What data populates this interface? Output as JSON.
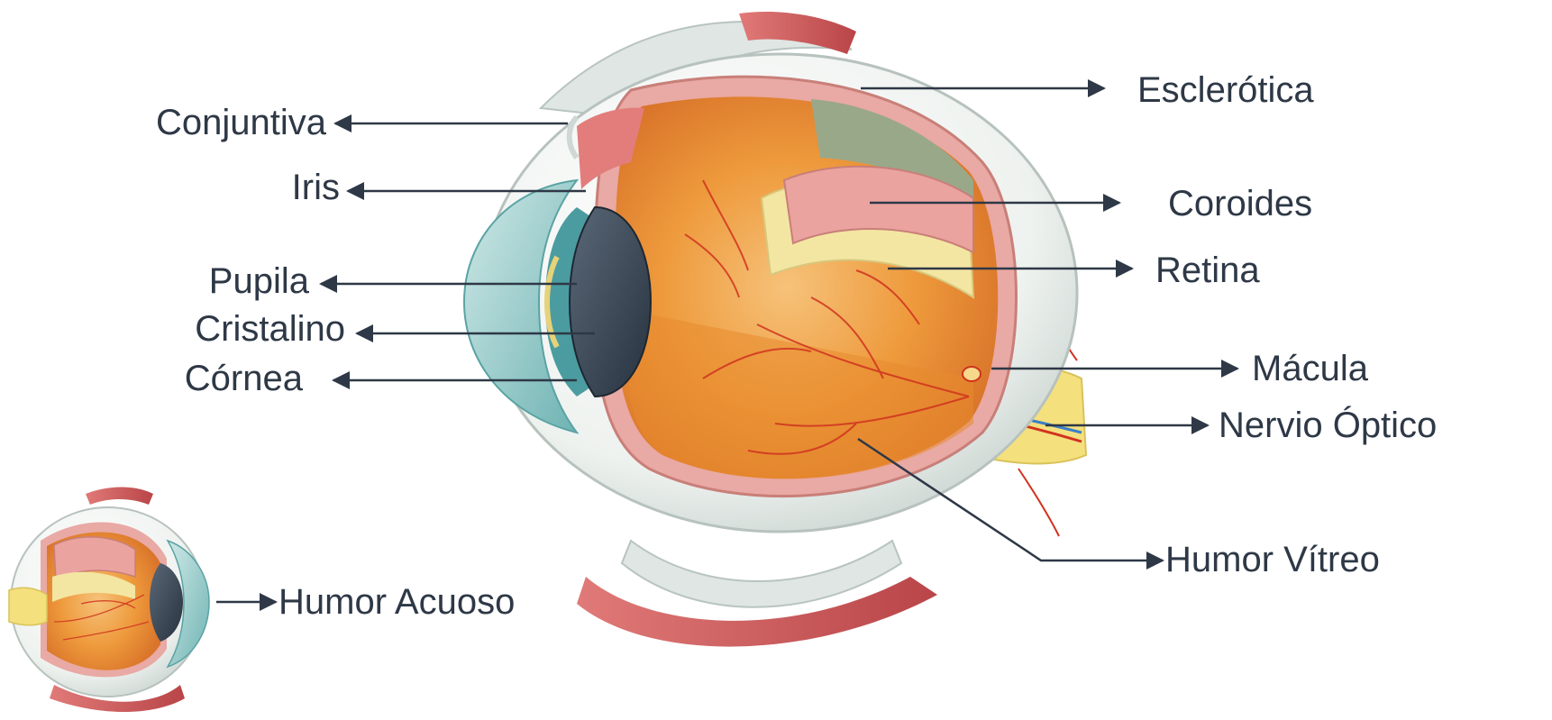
{
  "colors": {
    "label_text": "#2e3846",
    "leader_line": "#2e3846",
    "sclera": "#eef2ef",
    "sclera_shadow": "#c9d3d0",
    "choroid": "#e9a9a4",
    "retina": "#f3e6a2",
    "vitreous": "#e88a2e",
    "vitreous_light": "#f4b562",
    "vessels": "#d0331f",
    "cornea": "#8fc7c6",
    "iris": "#4b9ca0",
    "lens": "#3d4a5a",
    "muscle": "#c95a5c",
    "optic_nerve": "#f4e07d"
  },
  "labels": {
    "conjuntiva": "Conjuntiva",
    "iris": "Iris",
    "pupila": "Pupila",
    "cristalino": "Cristalino",
    "cornea": "Córnea",
    "esclerotica": "Esclerótica",
    "coroides": "Coroides",
    "retina": "Retina",
    "macula": "Mácula",
    "nervio_optico": "Nervio Óptico",
    "humor_vitreo": "Humor Vítreo",
    "humor_acuoso": "Humor Acuoso"
  }
}
